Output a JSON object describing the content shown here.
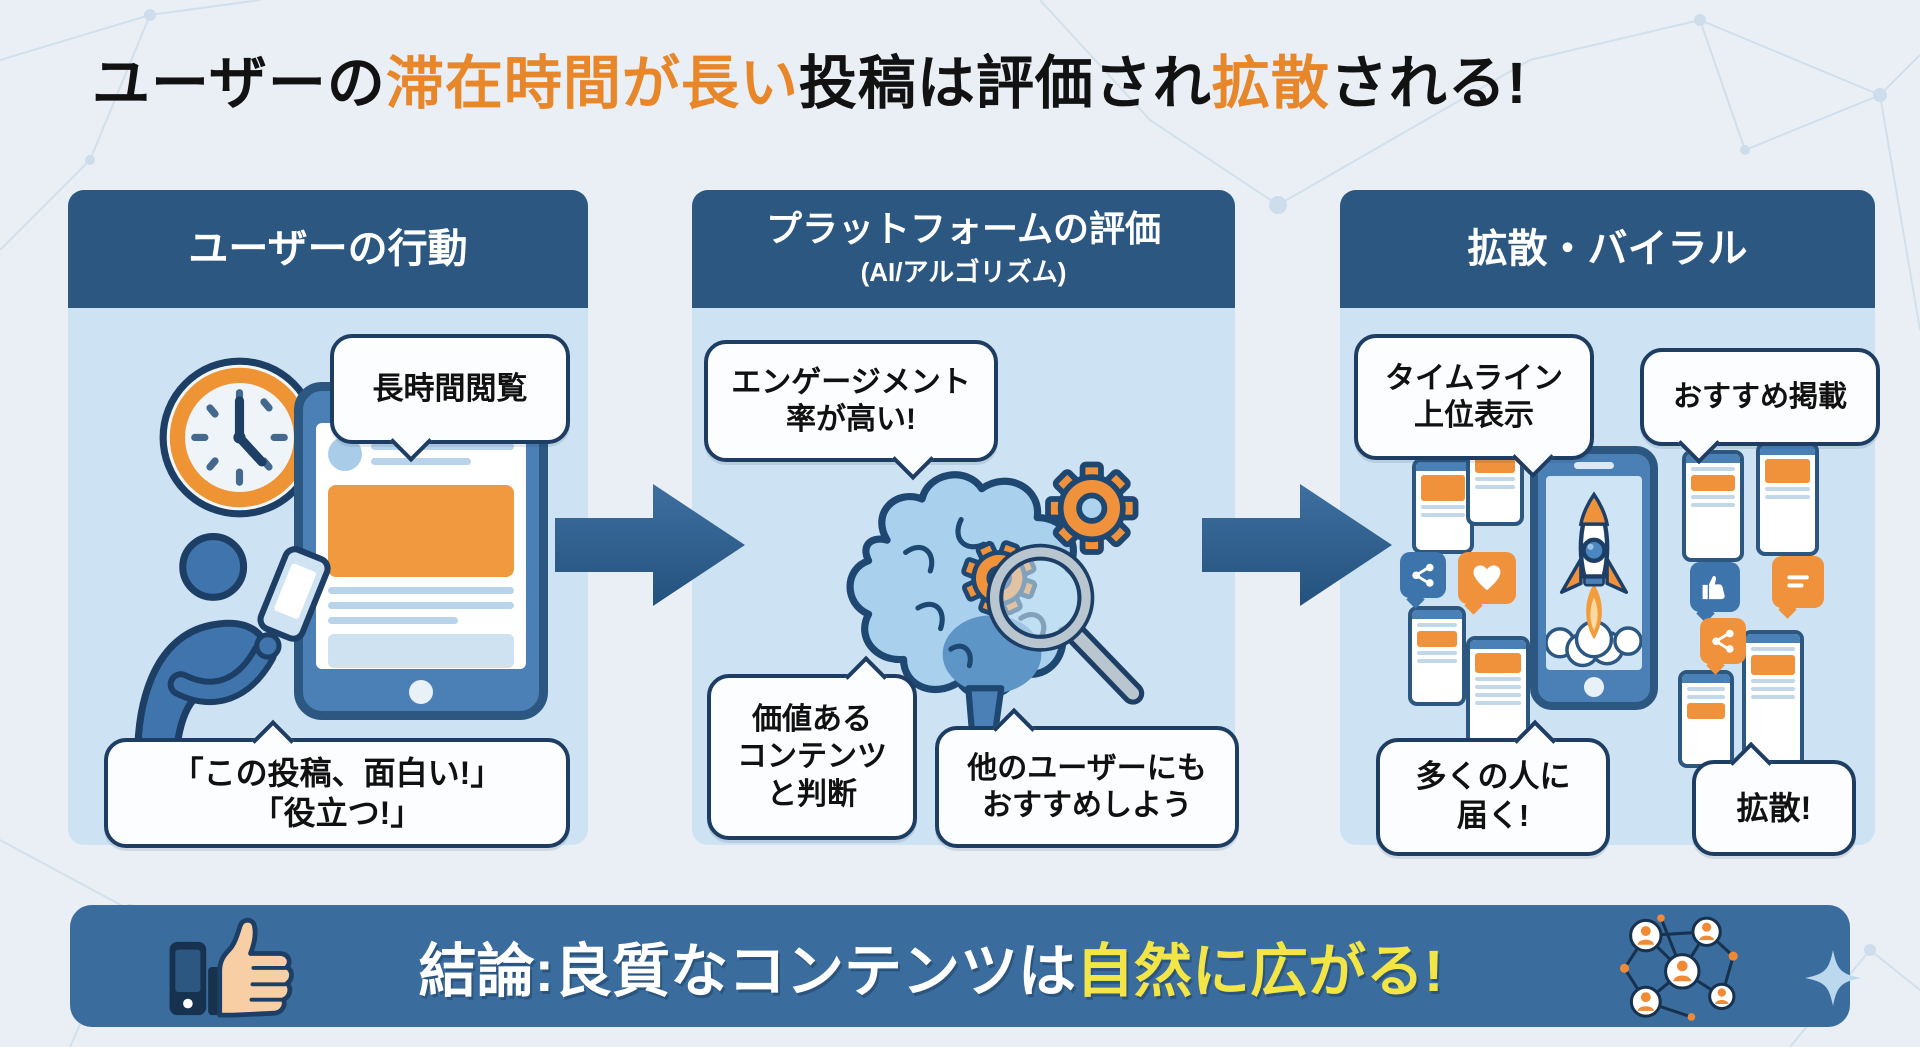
{
  "title": {
    "part1": "ユーザーの",
    "highlight1": "滞在時間が長い",
    "part2": "投稿は評価され",
    "highlight2": "拡散",
    "part3": "される!"
  },
  "panels": {
    "user_action": {
      "header": "ユーザーの行動",
      "bubble_top": "長時間閲覧",
      "bubble_bottom_line1": "「この投稿、面白い!」",
      "bubble_bottom_line2": "「役立つ!」"
    },
    "platform": {
      "header": "プラットフォームの評価",
      "subheader": "(AI/アルゴリズム)",
      "bubble_top_line1": "エンゲージメント",
      "bubble_top_line2": "率が高い!",
      "bubble_left_line1": "価値ある",
      "bubble_left_line2": "コンテンツ",
      "bubble_left_line3": "と判断",
      "bubble_right_line1": "他のユーザーにも",
      "bubble_right_line2": "おすすめしよう"
    },
    "viral": {
      "header": "拡散・バイラル",
      "bubble_top_left_line1": "タイムライン",
      "bubble_top_left_line2": "上位表示",
      "bubble_top_right": "おすすめ掲載",
      "bubble_bottom_left_line1": "多くの人に",
      "bubble_bottom_left_line2": "届く!",
      "bubble_bottom_right": "拡散!"
    }
  },
  "footer": {
    "text": "結論:良質なコンテンツは",
    "highlight": "自然に広がる!"
  },
  "icons": {
    "panel_user_action": [
      "clock-icon",
      "smartphone-feed-icon",
      "person-with-phone-icon"
    ],
    "panel_platform": [
      "brain-icon",
      "gear-icon",
      "magnifier-icon"
    ],
    "panel_viral": [
      "rocket-phone-icon",
      "mini-phone-icon",
      "share-icon",
      "heart-icon",
      "thumbs-up-icon",
      "chat-icon"
    ],
    "footer": [
      "thumbs-up-icon",
      "people-network-icon",
      "sparkle-icon"
    ],
    "flow": [
      "right-arrow-icon"
    ]
  },
  "colors": {
    "background": "#e9eff5",
    "header_blue": "#2b5781",
    "panel_body_blue": "#cde2f2",
    "accent_orange": "#e8862a",
    "icon_orange": "#f0923c",
    "bubble_border_navy": "#1e3d63",
    "phone_blue": "#4a80b5",
    "footer_blue": "#3a6d9d",
    "highlight_yellow": "#f2e545"
  }
}
